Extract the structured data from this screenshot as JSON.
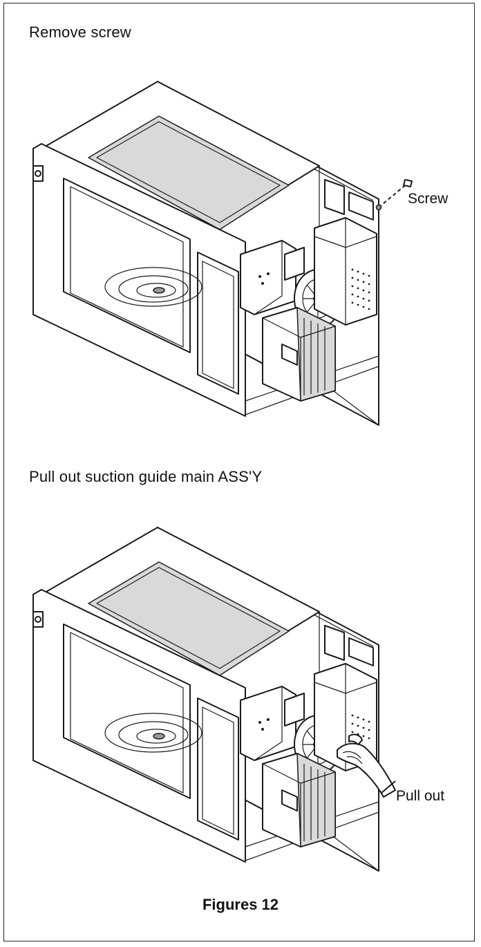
{
  "steps": [
    {
      "title": "Remove screw",
      "callout": "Screw"
    },
    {
      "title": "Pull out suction guide main ASS'Y",
      "callout": "Pull out"
    }
  ],
  "caption": "Figures 12"
}
